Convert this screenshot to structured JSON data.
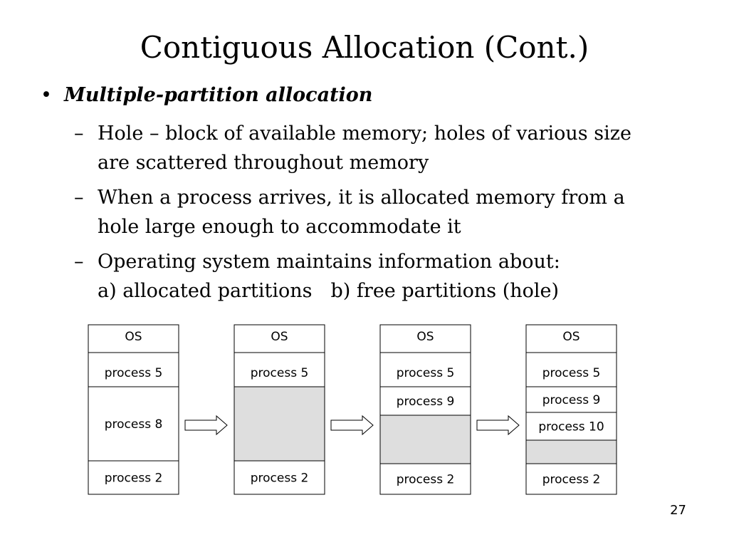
{
  "slide": {
    "title": "Contiguous Allocation (Cont.)",
    "bullet": "Multiple-partition allocation",
    "bullet_symbol": "•",
    "dash_symbol": "–",
    "subpoints": [
      {
        "lines": [
          "Hole – block of available memory; holes of various size",
          "are scattered throughout memory"
        ]
      },
      {
        "lines": [
          "When a process arrives, it is allocated memory from a",
          "hole large enough to accommodate it"
        ]
      },
      {
        "lines": [
          "Operating system maintains information about:"
        ],
        "parts": [
          "a) allocated partitions",
          "b) free partitions (hole)"
        ]
      }
    ],
    "page_number": "27"
  },
  "colors": {
    "hole": "#dedede",
    "border": "#000000"
  },
  "diagram": {
    "memory_maps": [
      {
        "segments": [
          {
            "label": "OS",
            "hole": false
          },
          {
            "label": "process 5",
            "hole": false
          },
          {
            "label": "process 8",
            "hole": false
          },
          {
            "label": "process 2",
            "hole": false
          }
        ]
      },
      {
        "segments": [
          {
            "label": "OS",
            "hole": false
          },
          {
            "label": "process 5",
            "hole": false
          },
          {
            "label": "",
            "hole": true
          },
          {
            "label": "process 2",
            "hole": false
          }
        ]
      },
      {
        "segments": [
          {
            "label": "OS",
            "hole": false
          },
          {
            "label": "process 5",
            "hole": false
          },
          {
            "label": "process 9",
            "hole": false
          },
          {
            "label": "",
            "hole": true
          },
          {
            "label": "process 2",
            "hole": false
          }
        ]
      },
      {
        "segments": [
          {
            "label": "OS",
            "hole": false
          },
          {
            "label": "process 5",
            "hole": false
          },
          {
            "label": "process 9",
            "hole": false
          },
          {
            "label": "process 10",
            "hole": false
          },
          {
            "label": "",
            "hole": true
          },
          {
            "label": "process 2",
            "hole": false
          }
        ]
      }
    ]
  }
}
